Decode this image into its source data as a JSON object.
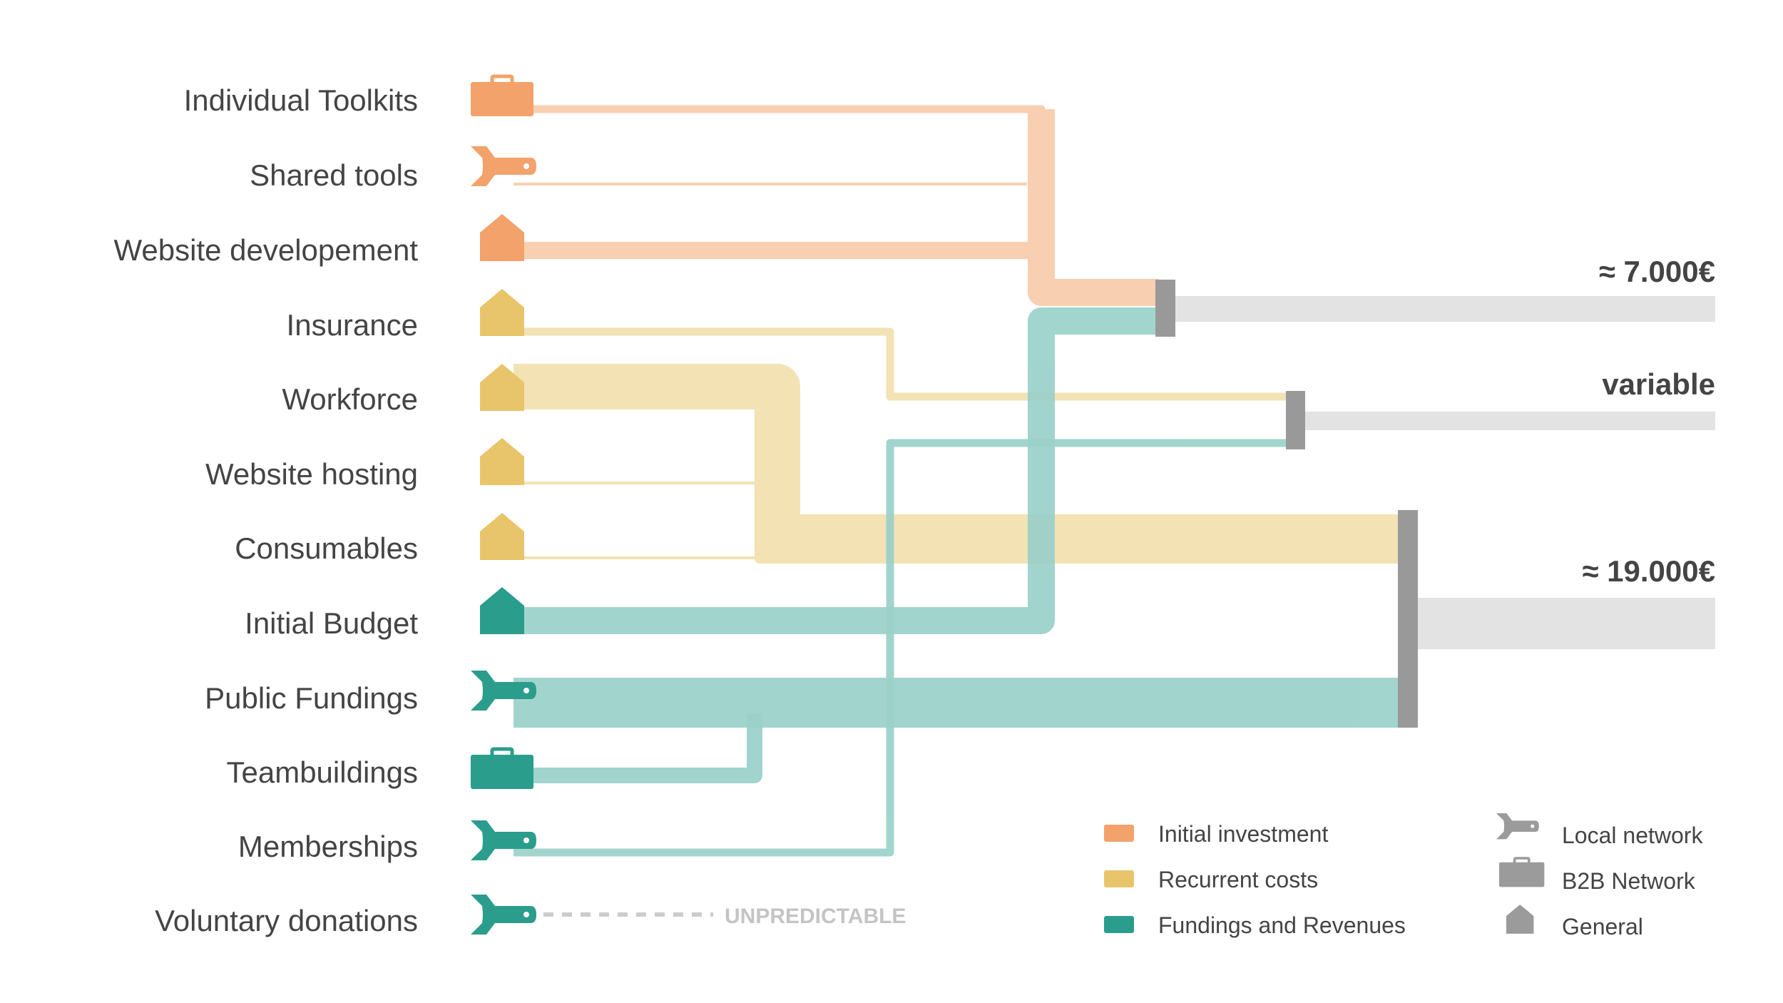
{
  "items": [
    {
      "label": "Individual Toolkits",
      "icon": "toolbox-icon",
      "category": "initial"
    },
    {
      "label": "Shared tools",
      "icon": "wrench-icon",
      "category": "initial"
    },
    {
      "label": "Website developement",
      "icon": "house-icon",
      "category": "initial"
    },
    {
      "label": "Insurance",
      "icon": "house-icon",
      "category": "recurrent"
    },
    {
      "label": "Workforce",
      "icon": "house-icon",
      "category": "recurrent"
    },
    {
      "label": "Website hosting",
      "icon": "house-icon",
      "category": "recurrent"
    },
    {
      "label": "Consumables",
      "icon": "house-icon",
      "category": "recurrent"
    },
    {
      "label": "Initial Budget",
      "icon": "house-icon",
      "category": "funding"
    },
    {
      "label": "Public Fundings",
      "icon": "wrench-icon",
      "category": "funding"
    },
    {
      "label": "Teambuildings",
      "icon": "toolbox-icon",
      "category": "funding"
    },
    {
      "label": "Memberships",
      "icon": "wrench-icon",
      "category": "funding"
    },
    {
      "label": "Voluntary donations",
      "icon": "wrench-icon",
      "category": "funding"
    }
  ],
  "totals": [
    {
      "label": "≈ 7.000€"
    },
    {
      "label": "variable"
    },
    {
      "label": "≈ 19.000€"
    }
  ],
  "unpredictable_label": "UNPREDICTABLE",
  "legend": {
    "categories": [
      {
        "label": "Initial investment",
        "color": "#f2a26a"
      },
      {
        "label": "Recurrent costs",
        "color": "#e8c56a"
      },
      {
        "label": "Fundings and Revenues",
        "color": "#2a9d8c"
      }
    ],
    "sources": [
      {
        "label": "Local network",
        "icon": "wrench-icon"
      },
      {
        "label": "B2B Network",
        "icon": "toolbox-icon"
      },
      {
        "label": "General",
        "icon": "house-icon"
      }
    ]
  },
  "colors": {
    "initial": "#f2a26a",
    "initial_flow": "#f8cfb0",
    "recurrent": "#e8c56a",
    "recurrent_flow": "#f2e2b4",
    "funding": "#2a9d8c",
    "funding_flow": "#98d0c8",
    "node": "#999999",
    "total_bar": "#e3e3e3",
    "legend_icon": "#9b9b9b",
    "text": "#444444"
  }
}
